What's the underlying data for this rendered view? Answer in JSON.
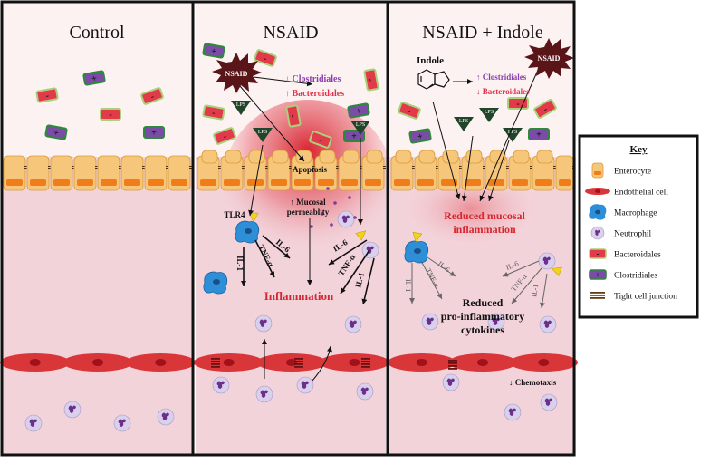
{
  "panels": {
    "control": {
      "title": "Control"
    },
    "nsaid": {
      "title": "NSAID",
      "drug_label": "NSAID",
      "shift_clostridiales": "↓ Clostridiales",
      "shift_bacteroidales": "↑ Bacteroidales",
      "lps": "LPS",
      "apoptosis": "Apoptosis",
      "permeability_line1": "↑ Mucosal",
      "permeability_line2": "permeablity",
      "tlr4": "TLR4",
      "il6": "IL-6",
      "tnfa": "TNF-α",
      "il1": "IL-1",
      "inflammation": "Inflammation"
    },
    "nsaid_indole": {
      "title": "NSAID + Indole",
      "indole_label": "Indole",
      "drug_label": "NSAID",
      "shift_clostridiales": "↑ Clostridiales",
      "shift_bacteroidales": "↓ Bacteroidales",
      "lps": "LPS",
      "reduced_inflammation_line1": "Reduced mucosal",
      "reduced_inflammation_line2": "inflammation",
      "il6": "IL-6",
      "tnfa": "TNF-α",
      "il1": "IL-1",
      "reduced_cytokines_line1": "Reduced",
      "reduced_cytokines_line2": "pro-inflammatory",
      "reduced_cytokines_line3": "cytokines",
      "chemotaxis": "↓ Chemotaxis"
    }
  },
  "key": {
    "title": "Key",
    "items": [
      {
        "label": "Enterocyte",
        "icon": "enterocyte-icon"
      },
      {
        "label": "Endothelial cell",
        "icon": "endothelial-cell-icon"
      },
      {
        "label": "Macrophage",
        "icon": "macrophage-icon"
      },
      {
        "label": "Neutrophil",
        "icon": "neutrophil-icon"
      },
      {
        "label": "Bacteroidales",
        "icon": "bacteroidales-icon"
      },
      {
        "label": "Clostridiales",
        "icon": "clostridiales-icon"
      },
      {
        "label": "Tight cell junction",
        "icon": "tight-junction-icon"
      }
    ]
  },
  "symbols": {
    "bacteroidales_sign": "-",
    "clostridiales_sign": "+"
  },
  "colors": {
    "lumen": "#fdf2f2",
    "tissue": "#f3d3da",
    "enterocyte": "#f6c77a",
    "nucleus": "#f07c1a",
    "endothelium": "#d9363a",
    "bacteroidales": "#e23a4a",
    "clostridiales": "#2e8a3a",
    "inflammation_text": "#d6262f",
    "clostridiales_text": "#8a3fb0",
    "bacteroidales_text": "#e2334a",
    "macrophage": "#2d8fd8",
    "neutrophil": "#d9d0ec"
  }
}
